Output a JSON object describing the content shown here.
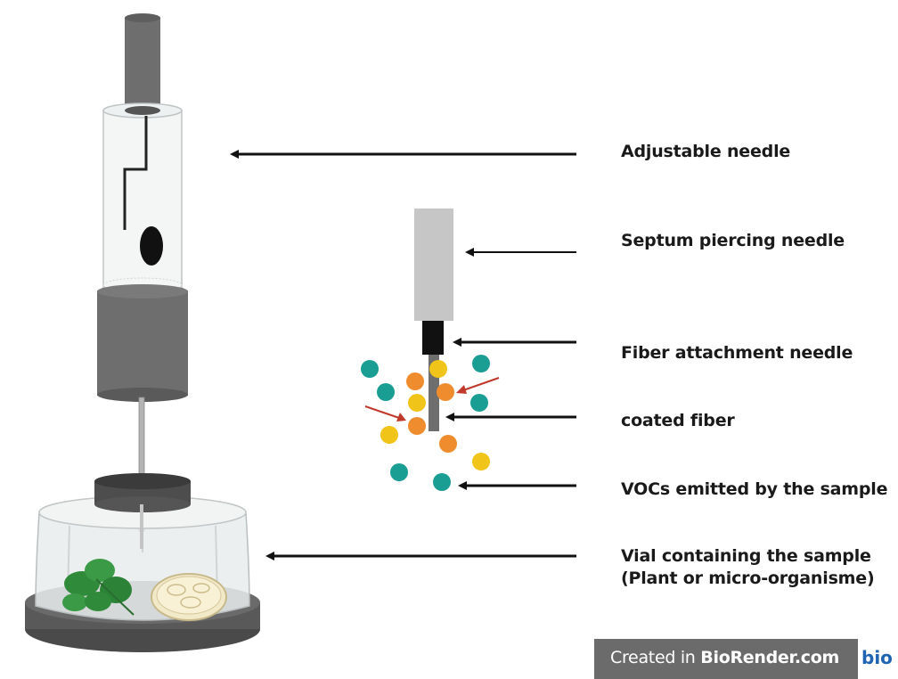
{
  "labels": {
    "adjustable_needle": "Adjustable needle",
    "septum_piercing_needle": "Septum piercing needle",
    "fiber_attachment_needle": "Fiber attachment needle",
    "coated_fiber": "coated fiber",
    "vocs": "VOCs emitted by the sample",
    "vial_line1": "Vial containing the sample",
    "vial_line2": "(Plant or micro-organisme)"
  },
  "watermark": {
    "prefix": "Created in ",
    "brand": "BioRender.com",
    "logo": "bio"
  },
  "colors": {
    "voc_teal": "#1a9e94",
    "voc_orange": "#ef8d2e",
    "voc_yellow": "#f0c419",
    "arrow_red": "#c0392b",
    "holder_gray": "#6e6e6e"
  }
}
